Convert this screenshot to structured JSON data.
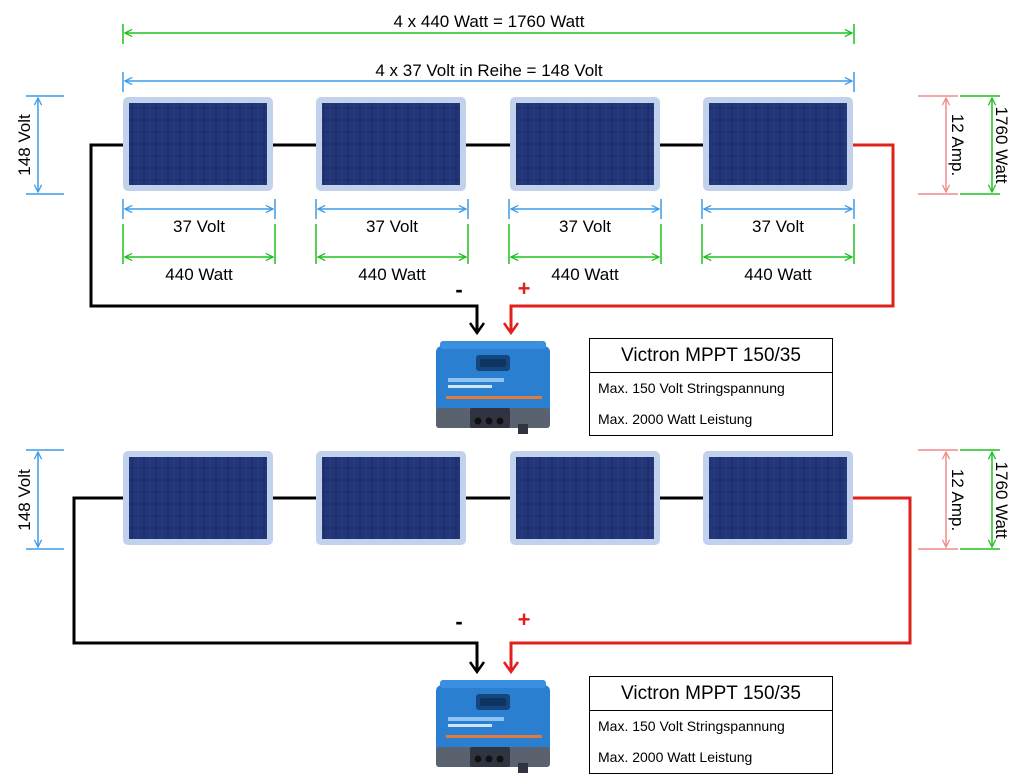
{
  "colors": {
    "dimension_blue": "#3c9be8",
    "dimension_green": "#1fc01f",
    "dimension_red": "#f08a8a",
    "wire_negative": "#000000",
    "wire_positive": "#e0201b",
    "panel_frame": "#c2d2ec",
    "panel_cells": "#1b2a64",
    "controller_blue": "#2a7fd0"
  },
  "top_array": {
    "total_power_label": "4 x 440 Watt = 1760 Watt",
    "total_voltage_label": "4 x 37 Volt in Reihe = 148 Volt",
    "string_voltage_label": "148 Volt",
    "current_label": "12 Amp.",
    "power_label": "1760 Watt",
    "panels": [
      {
        "voltage": "37 Volt",
        "power": "440 Watt"
      },
      {
        "voltage": "37 Volt",
        "power": "440 Watt"
      },
      {
        "voltage": "37 Volt",
        "power": "440 Watt"
      },
      {
        "voltage": "37 Volt",
        "power": "440 Watt"
      }
    ],
    "minus_label": "-",
    "plus_label": "+",
    "controller": {
      "title": "Victron MPPT 150/35",
      "line1": "Max. 150 Volt Stringspannung",
      "line2": "Max. 2000 Watt Leistung"
    }
  },
  "bottom_array": {
    "string_voltage_label": "148 Volt",
    "current_label": "12 Amp.",
    "power_label": "1760 Watt",
    "panel_count": 4,
    "minus_label": "-",
    "plus_label": "+",
    "controller": {
      "title": "Victron MPPT 150/35",
      "line1": "Max. 150 Volt Stringspannung",
      "line2": "Max. 2000 Watt Leistung"
    }
  }
}
